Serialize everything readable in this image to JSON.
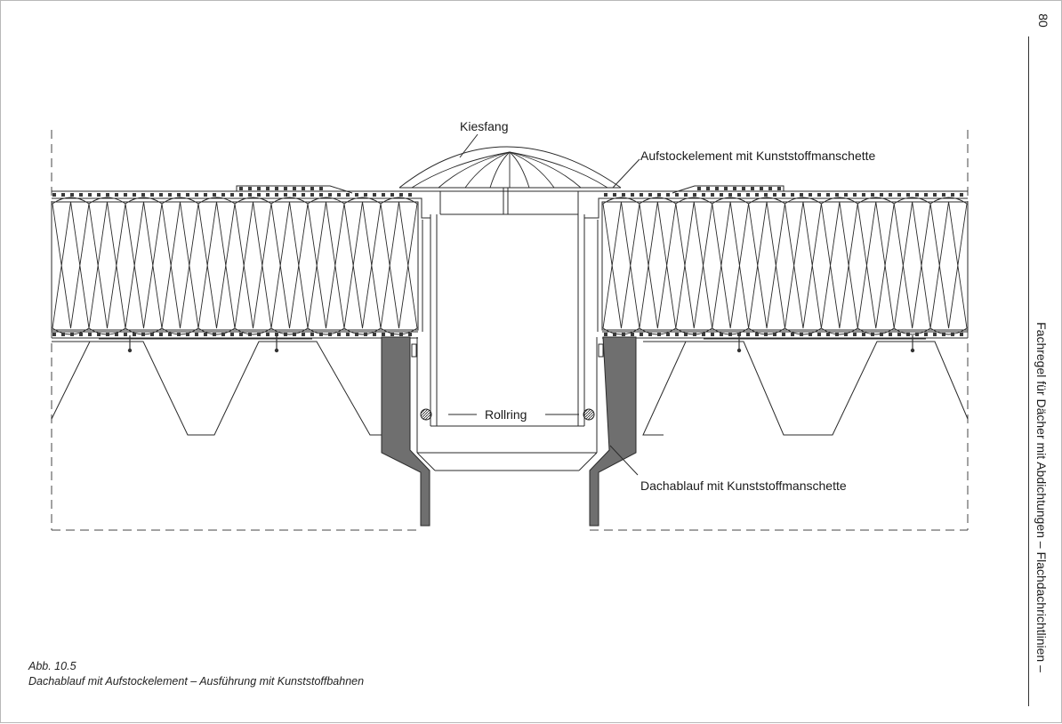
{
  "sidebar": {
    "page_number": "80",
    "running_title": "Fachregel für Dächer mit Abdichtungen – Flachdachrichtlinien –"
  },
  "diagram": {
    "labels": {
      "kiesfang": "Kiesfang",
      "aufstockelement": "Aufstockelement mit Kunststoffmanschette",
      "rollring": "Rollring",
      "dachablauf": "Dachablauf mit Kunststoffmanschette"
    }
  },
  "caption": {
    "figure_number": "Abb. 10.5",
    "title": "Dachablauf mit Aufstockelement – Ausführung mit Kunststoffbahnen"
  },
  "colors": {
    "line": "#2a2a2a",
    "sleeve": "#6f6f6f",
    "dots": "#3a3a3a"
  }
}
